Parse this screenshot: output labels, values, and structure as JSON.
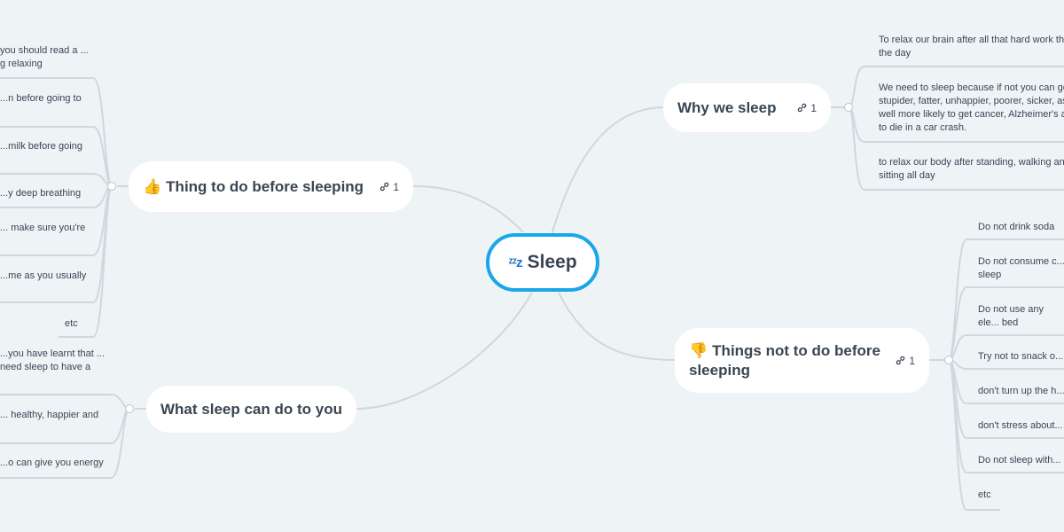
{
  "center": {
    "icon": "zzz-icon",
    "title": "Sleep"
  },
  "branches": {
    "why": {
      "label": "Why we sleep",
      "link_count": "1",
      "leaves": [
        "To relax our brain after all that hard work through the day",
        "We need to sleep because if not you can get stupider, fatter, unhappier, poorer, sicker, as well more likely to get cancer, Alzheimer's and to die in a car crash.",
        "to relax our body after standing, walking and sitting all day"
      ]
    },
    "not_to_do": {
      "label": "Things not to do before sleeping",
      "icon": "thumbs-down-icon",
      "icon_glyph": "👎",
      "link_count": "1",
      "leaves": [
        "Do not drink soda",
        "Do not consume c... sleep",
        "Do not use any ele... bed",
        "Try not to snack o...",
        "don't turn up the h...",
        "don't stress about...",
        "Do not sleep with...",
        "etc"
      ]
    },
    "to_do": {
      "label": "Thing to do before sleeping",
      "icon": "thumbs-up-icon",
      "icon_glyph": "👍",
      "link_count": "1",
      "leaves": [
        "you should read a ... g relaxing",
        "...n before going to",
        "...milk before going",
        "...y deep breathing",
        "... make sure you're",
        "...me as you usually",
        "etc"
      ]
    },
    "effects": {
      "label": "What sleep can do to you",
      "leaves": [
        "...you have learnt that ... need sleep to have a",
        "... healthy, happier and",
        "...o can give you energy"
      ]
    }
  },
  "colors": {
    "accent": "#1aa6e8",
    "line": "#cfd8de",
    "background": "#eef3f6"
  }
}
